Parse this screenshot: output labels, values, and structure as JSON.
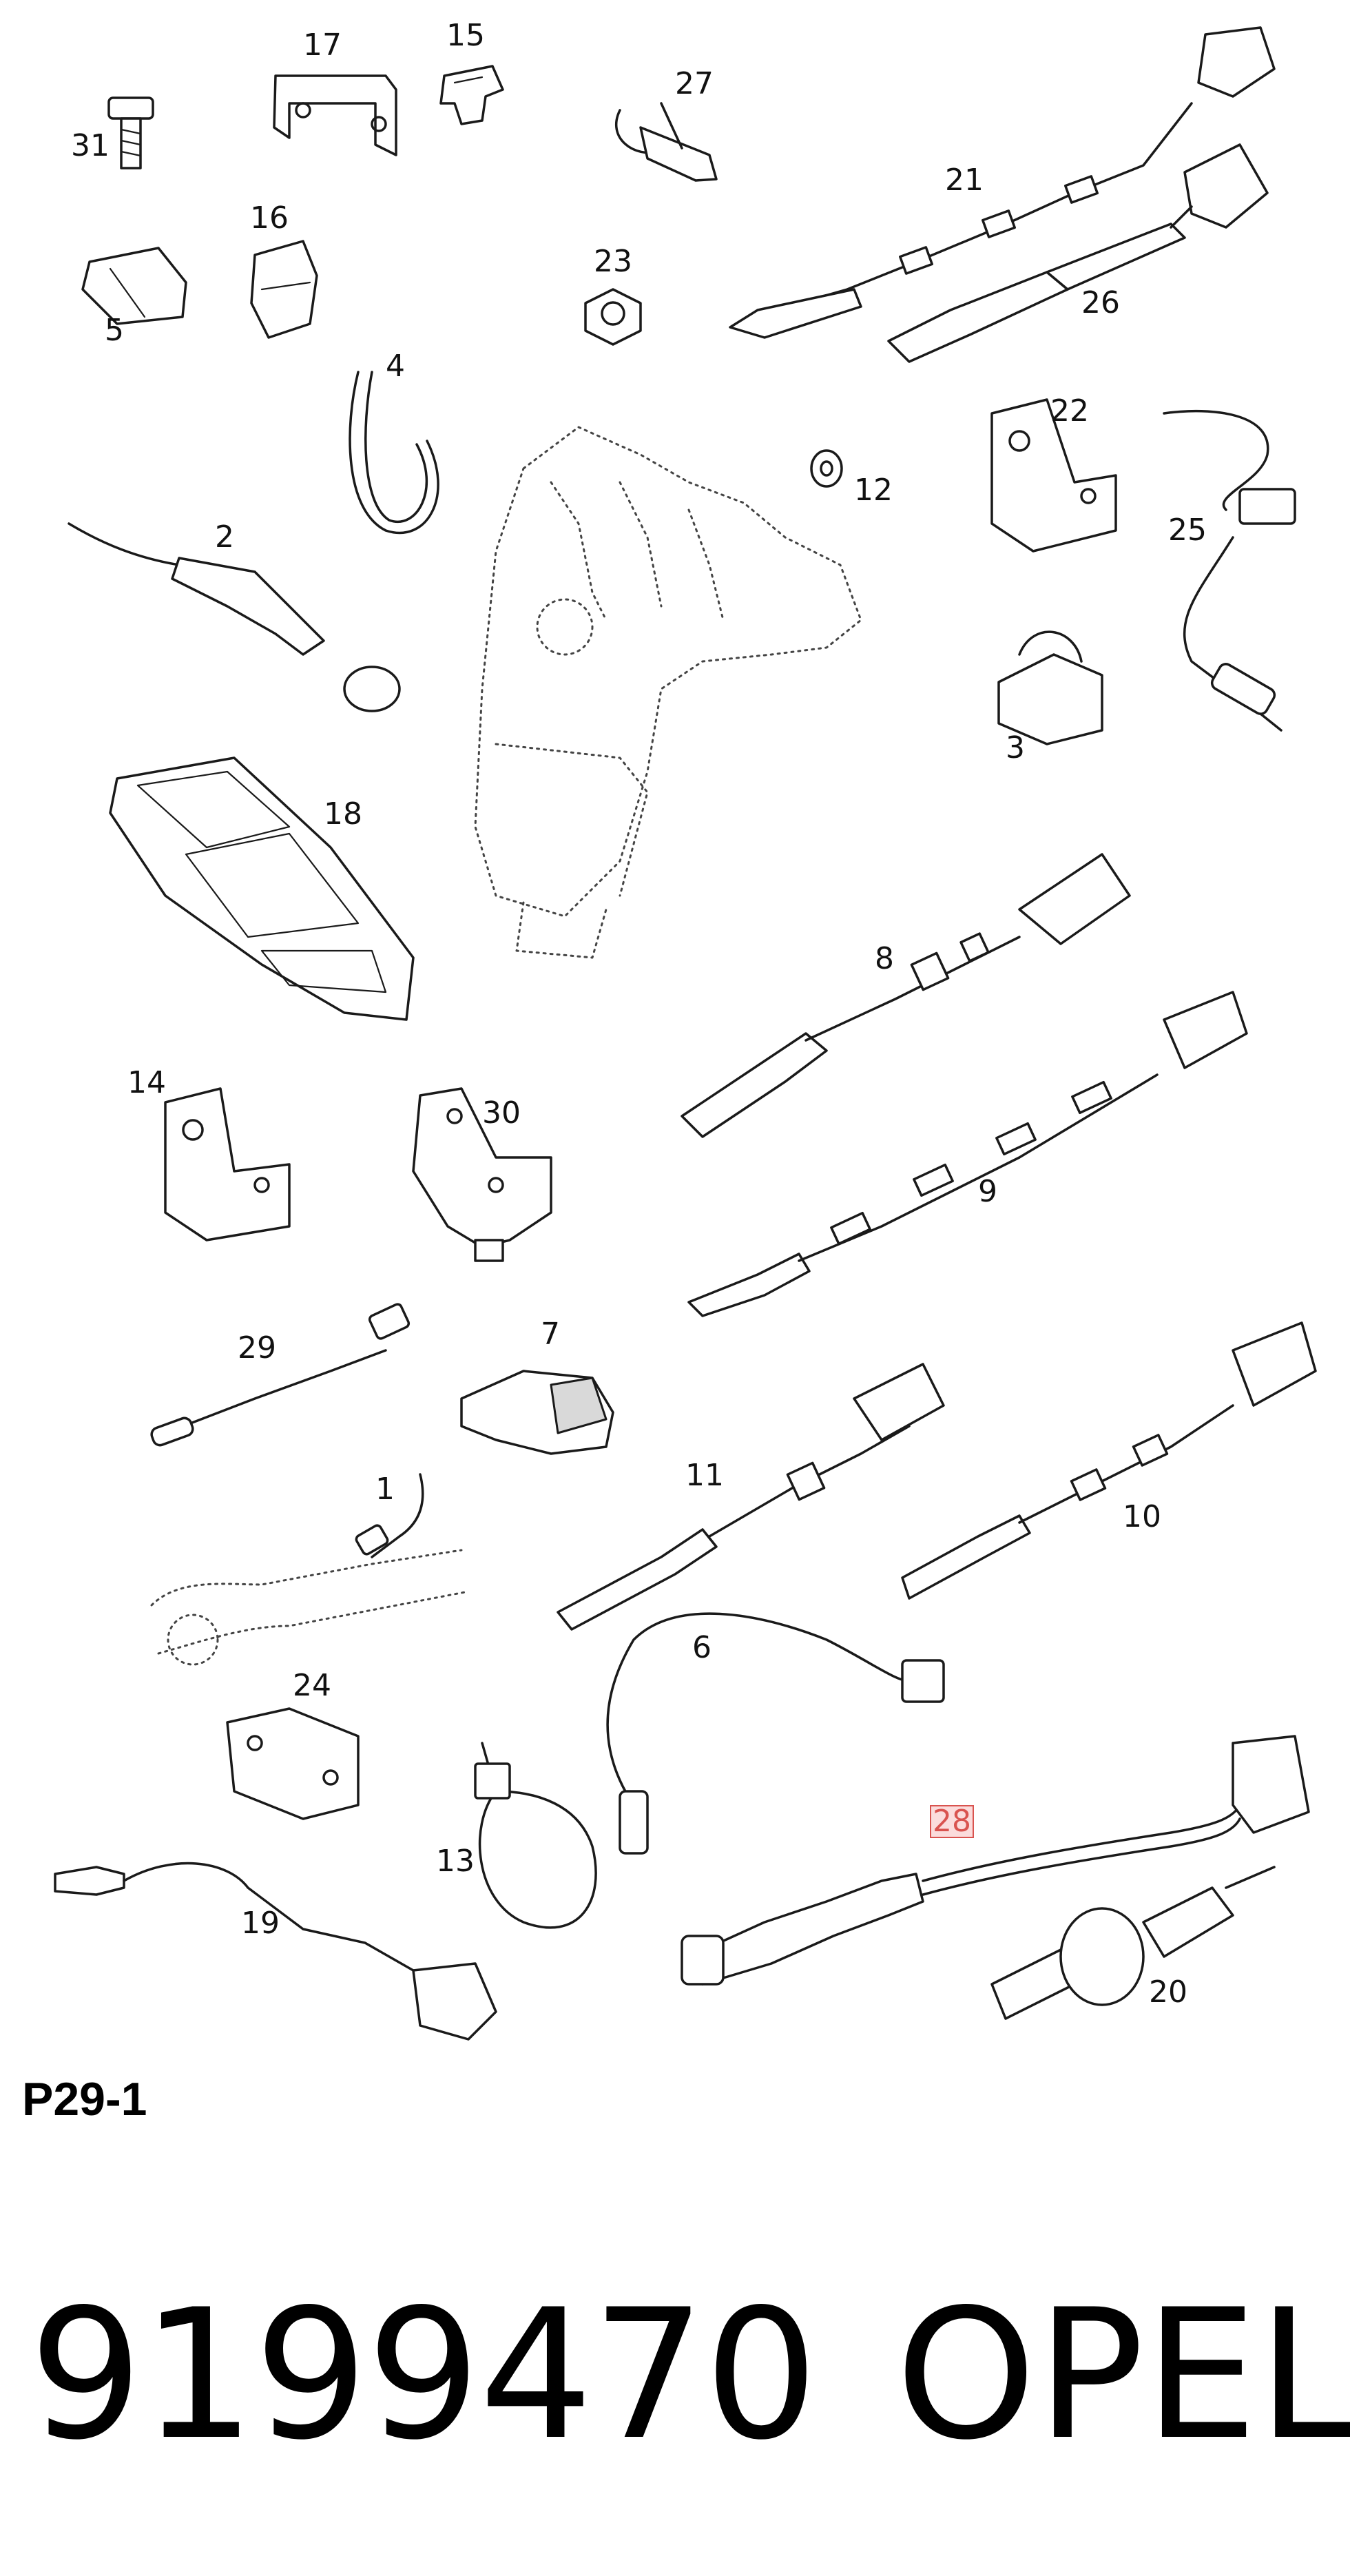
{
  "diagram": {
    "section_code": "P29-1",
    "highlighted_callout": "28",
    "highlight_color": "#d9534f",
    "callouts": {
      "c1": "1",
      "c2": "2",
      "c3": "3",
      "c4": "4",
      "c5": "5",
      "c6": "6",
      "c7": "7",
      "c8": "8",
      "c9": "9",
      "c10": "10",
      "c11": "11",
      "c12": "12",
      "c13": "13",
      "c14": "14",
      "c15": "15",
      "c16": "16",
      "c17": "17",
      "c18": "18",
      "c19": "19",
      "c20": "20",
      "c21": "21",
      "c22": "22",
      "c23": "23",
      "c24": "24",
      "c25": "25",
      "c26": "26",
      "c27": "27",
      "c28": "28",
      "c29": "29",
      "c30": "30",
      "c31": "31"
    }
  },
  "footer": {
    "part_number": "9199470",
    "brand": "OPEL"
  }
}
